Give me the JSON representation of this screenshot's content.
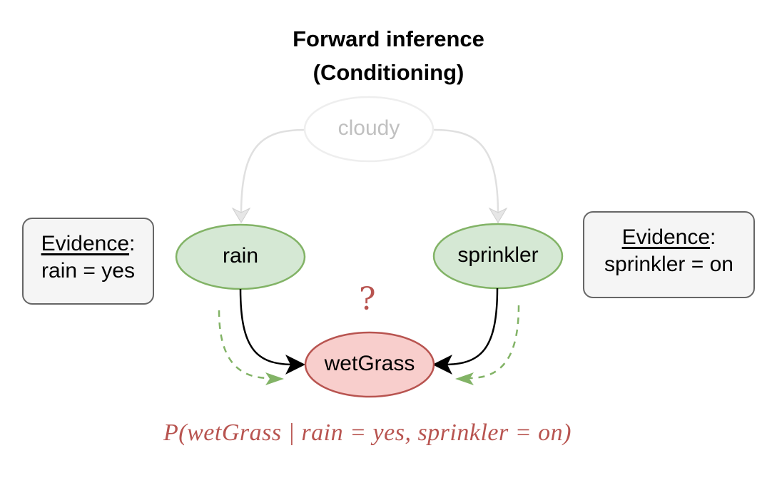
{
  "title": {
    "line1": "Forward inference",
    "line2": "(Conditioning)"
  },
  "nodes": {
    "cloudy": {
      "label": "cloudy",
      "state": "inactive"
    },
    "rain": {
      "label": "rain",
      "state": "evidence"
    },
    "sprinkler": {
      "label": "sprinkler",
      "state": "evidence"
    },
    "wetGrass": {
      "label": "wetGrass",
      "state": "query"
    }
  },
  "edges": [
    {
      "from": "cloudy",
      "to": "rain",
      "style": "faded"
    },
    {
      "from": "cloudy",
      "to": "sprinkler",
      "style": "faded"
    },
    {
      "from": "rain",
      "to": "wetGrass",
      "style": "solid"
    },
    {
      "from": "sprinkler",
      "to": "wetGrass",
      "style": "solid"
    },
    {
      "from": "rain",
      "to": "wetGrass",
      "style": "dashed-evidence-flow"
    },
    {
      "from": "sprinkler",
      "to": "wetGrass",
      "style": "dashed-evidence-flow"
    }
  ],
  "evidence_left": {
    "heading": "Evidence",
    "colon": ":",
    "value": "rain = yes"
  },
  "evidence_right": {
    "heading": "Evidence",
    "colon": ":",
    "value": "sprinkler = on"
  },
  "query_mark": "?",
  "formula": "P(wetGrass | rain = yes, sprinkler = on)",
  "colors": {
    "evidence_fill": "#d5e8d4",
    "evidence_stroke": "#82b366",
    "query_fill": "#f8cecc",
    "query_stroke": "#b85450",
    "faded": "#e0e0e0",
    "faded_text": "#c0c0c0",
    "formula": "#b85450"
  }
}
